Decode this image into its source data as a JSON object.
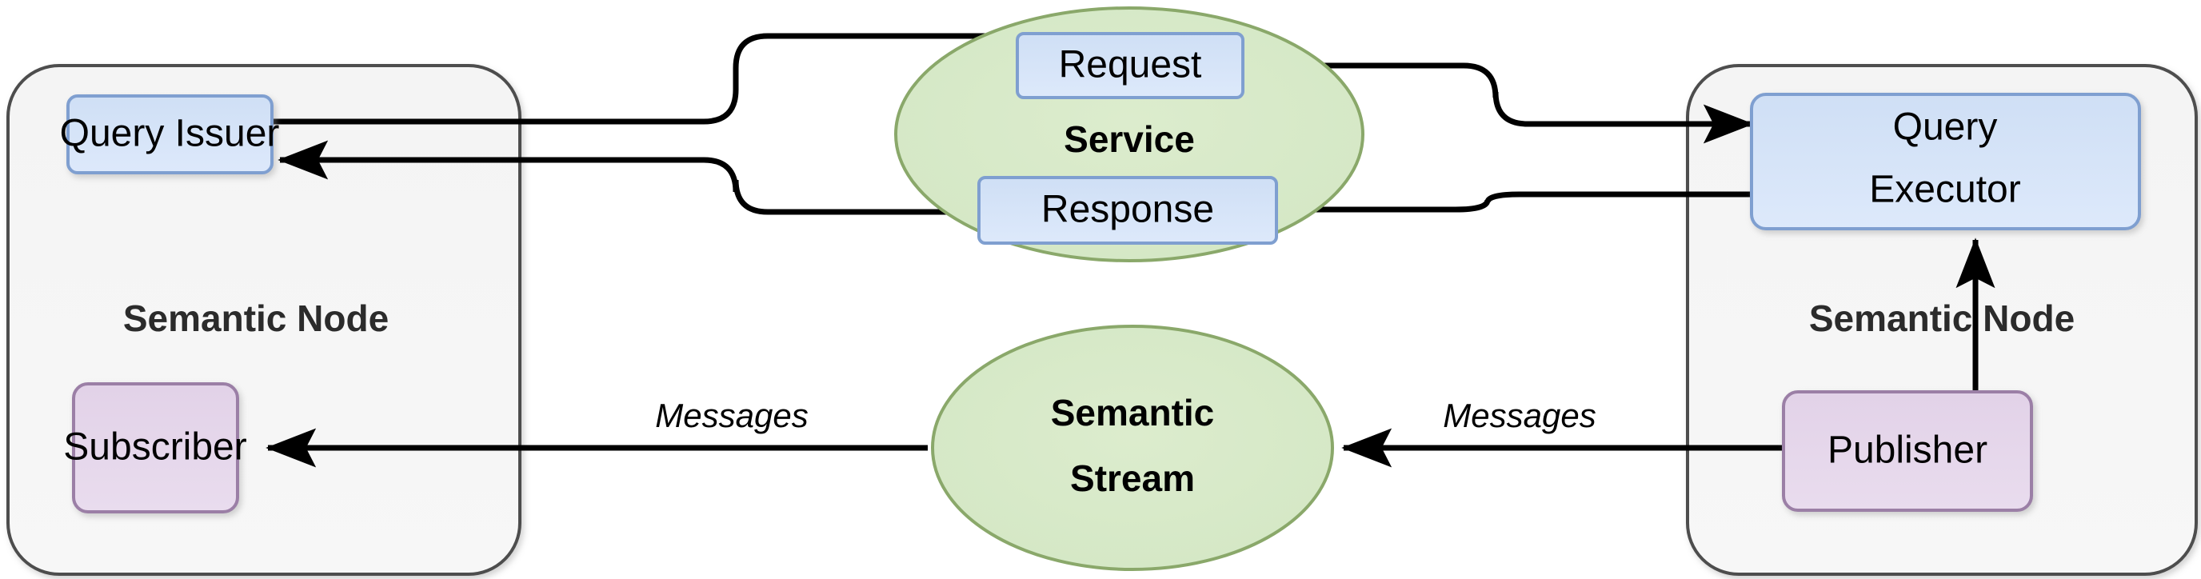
{
  "diagram": {
    "title": "Semantic Node communication: Service (request/response) and Semantic Stream (publish/subscribe)",
    "background": "#ffffff",
    "colors": {
      "container_fill": "#f4f4f4",
      "container_stroke": "#4d4d4d",
      "blue_box_fill": "#d6e4f7",
      "blue_box_stroke": "#7f9fd0",
      "purple_box_fill": "#e5d5ea",
      "purple_box_stroke": "#9b7fa6",
      "ellipse_fill": "#d6e9c8",
      "ellipse_stroke": "#8aa86a",
      "edge_stroke": "#000000",
      "container_label_color": "#2b2b2b"
    },
    "containers": [
      {
        "id": "left-node",
        "label": "Semantic Node"
      },
      {
        "id": "right-node",
        "label": "Semantic Node"
      }
    ],
    "boxes": [
      {
        "id": "query-issuer",
        "label": "Query Issuer",
        "style": "blue"
      },
      {
        "id": "subscriber",
        "label": "Subscriber",
        "style": "purple"
      },
      {
        "id": "query-executor",
        "label_line1": "Query",
        "label_line2": "Executor",
        "style": "blue"
      },
      {
        "id": "publisher",
        "label": "Publisher",
        "style": "purple"
      }
    ],
    "ellipses": [
      {
        "id": "service",
        "label": "Service"
      },
      {
        "id": "semantic-stream",
        "label_line1": "Semantic",
        "label_line2": "Stream"
      }
    ],
    "edge_labels": [
      {
        "id": "request",
        "label": "Request",
        "style": "blue-tag"
      },
      {
        "id": "response",
        "label": "Response",
        "style": "blue-tag"
      },
      {
        "id": "messages-left",
        "label": "Messages",
        "style": "italic"
      },
      {
        "id": "messages-right",
        "label": "Messages",
        "style": "italic"
      }
    ]
  }
}
